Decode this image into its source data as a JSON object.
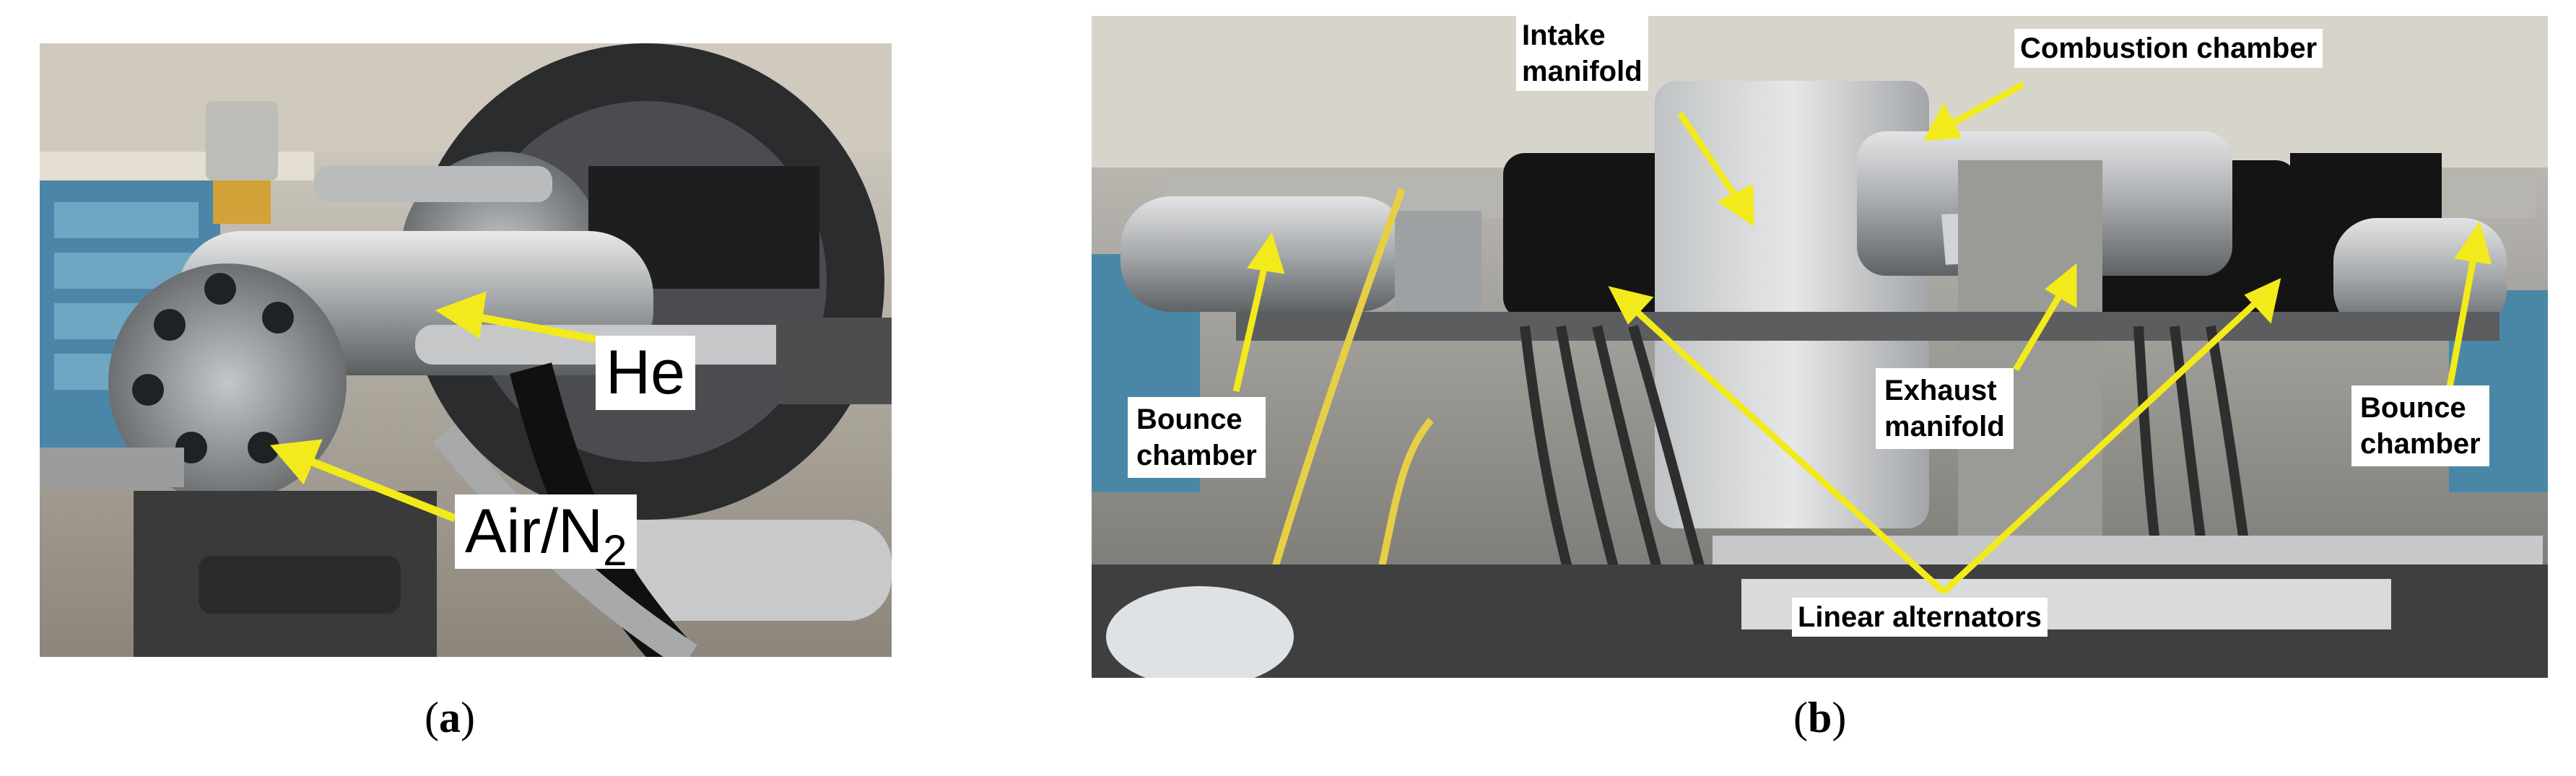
{
  "panel_a": {
    "label_letter": "a",
    "callouts": {
      "he": "He",
      "air_n2_main": "Air/N",
      "air_n2_sub": "2"
    }
  },
  "panel_b": {
    "label_letter": "b",
    "callouts": {
      "intake_manifold": "Intake\nmanifold",
      "combustion_chamber": "Combustion chamber",
      "bounce_chamber_left": "Bounce\nchamber",
      "exhaust_manifold": "Exhaust\nmanifold",
      "bounce_chamber_right": "Bounce\nchamber",
      "linear_alternators": "Linear alternators"
    }
  },
  "colors": {
    "arrow": "#f2ea1a",
    "label_bg": "#ffffff"
  }
}
